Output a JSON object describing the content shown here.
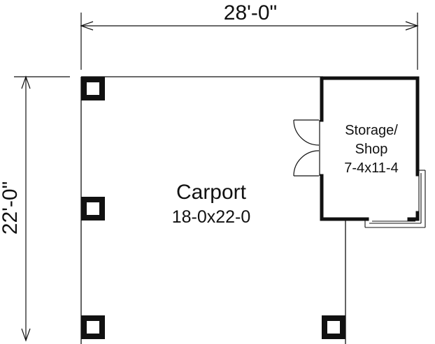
{
  "dimensions": {
    "overall_width": "28'-0\"",
    "overall_depth": "22'-0\""
  },
  "rooms": {
    "carport": {
      "name": "Carport",
      "size": "18-0x22-0"
    },
    "storage": {
      "name_line1": "Storage/",
      "name_line2": "Shop",
      "size": "7-4x11-4"
    }
  },
  "colors": {
    "line": "#111111",
    "background": "#ffffff"
  }
}
